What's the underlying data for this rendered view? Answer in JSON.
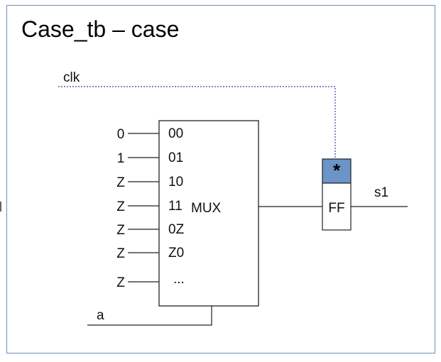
{
  "title": "Case_tb – case",
  "clock": {
    "label": "clk"
  },
  "select": {
    "label": "a"
  },
  "mux": {
    "name": "MUX",
    "inputs": [
      {
        "value": "0",
        "code": "00"
      },
      {
        "value": "1",
        "code": "01"
      },
      {
        "value": "Z",
        "code": "10"
      },
      {
        "value": "Z",
        "code": "11"
      },
      {
        "value": "Z",
        "code": "0Z"
      },
      {
        "value": "Z",
        "code": "Z0"
      },
      {
        "value": "Z",
        "code": "..."
      }
    ]
  },
  "flipflop": {
    "trigger": "*",
    "name": "FF"
  },
  "output": {
    "label": "s1"
  },
  "colors": {
    "frame": "#6c8ebf",
    "trigger_fill": "#6b95c8",
    "clock_wire": "#3b3bb0"
  }
}
